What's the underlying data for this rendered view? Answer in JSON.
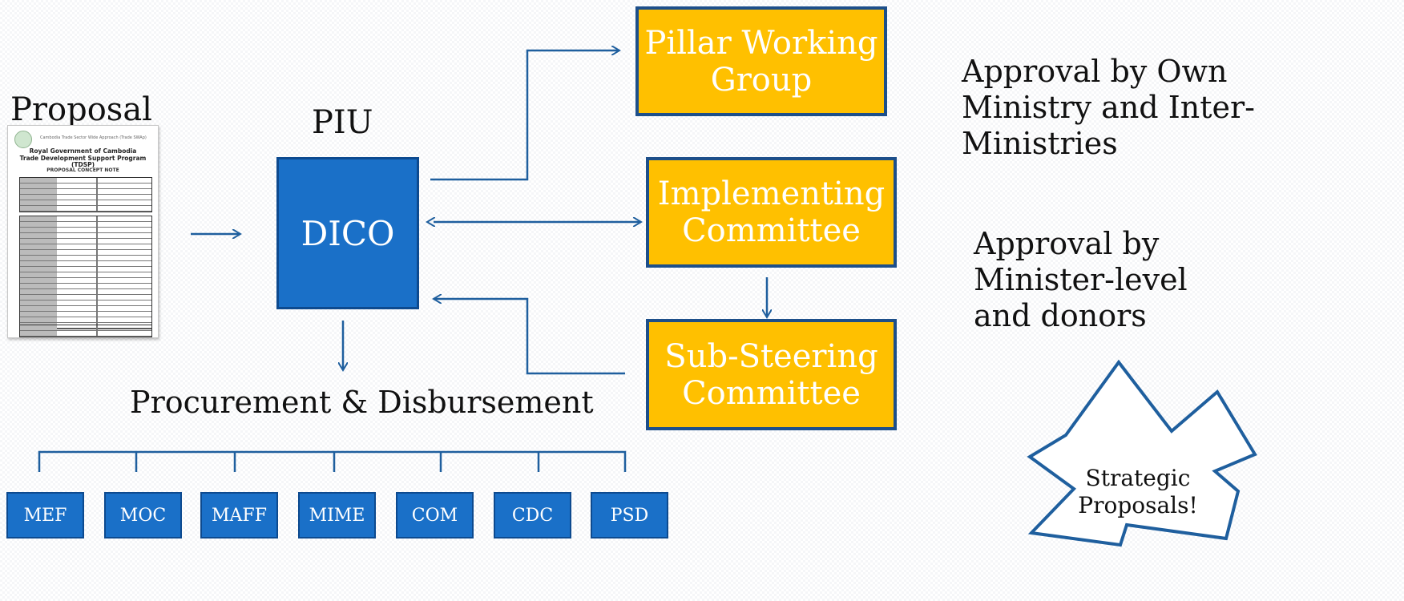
{
  "proposal_label": "Proposal",
  "piu_label": "PIU",
  "procurement_label": "Procurement & Disbursement",
  "dico": {
    "label": "DICO"
  },
  "pillar": {
    "line1": "Pillar Working",
    "line2": "Group"
  },
  "implementing": {
    "line1": "Implementing",
    "line2": "Committee"
  },
  "substeering": {
    "line1": "Sub-Steering",
    "line2": "Committee"
  },
  "approval_top": {
    "line1": "Approval by Own",
    "line2": "Ministry and Inter-",
    "line3": "Ministries"
  },
  "approval_mid": {
    "line1": "Approval by",
    "line2": "Minister-level",
    "line3": "and donors"
  },
  "burst": {
    "line1": "Strategic",
    "line2": "Proposals!"
  },
  "ministries": [
    "MEF",
    "MOC",
    "MAFF",
    "MIME",
    "COM",
    "CDC",
    "PSD"
  ],
  "document": {
    "org": "Cambodia Trade Sector Wide Approach (Trade SWAp)",
    "title_line1": "Royal Government of Cambodia",
    "title_line2": "Trade Development Support Program (TDSP)",
    "subtitle": "PROPOSAL CONCEPT NOTE"
  },
  "colors": {
    "dico_fill": "#1a70c8",
    "committee_fill": "#ffc000",
    "committee_border": "#1d4f8a",
    "arrow": "#1f5f9e"
  }
}
